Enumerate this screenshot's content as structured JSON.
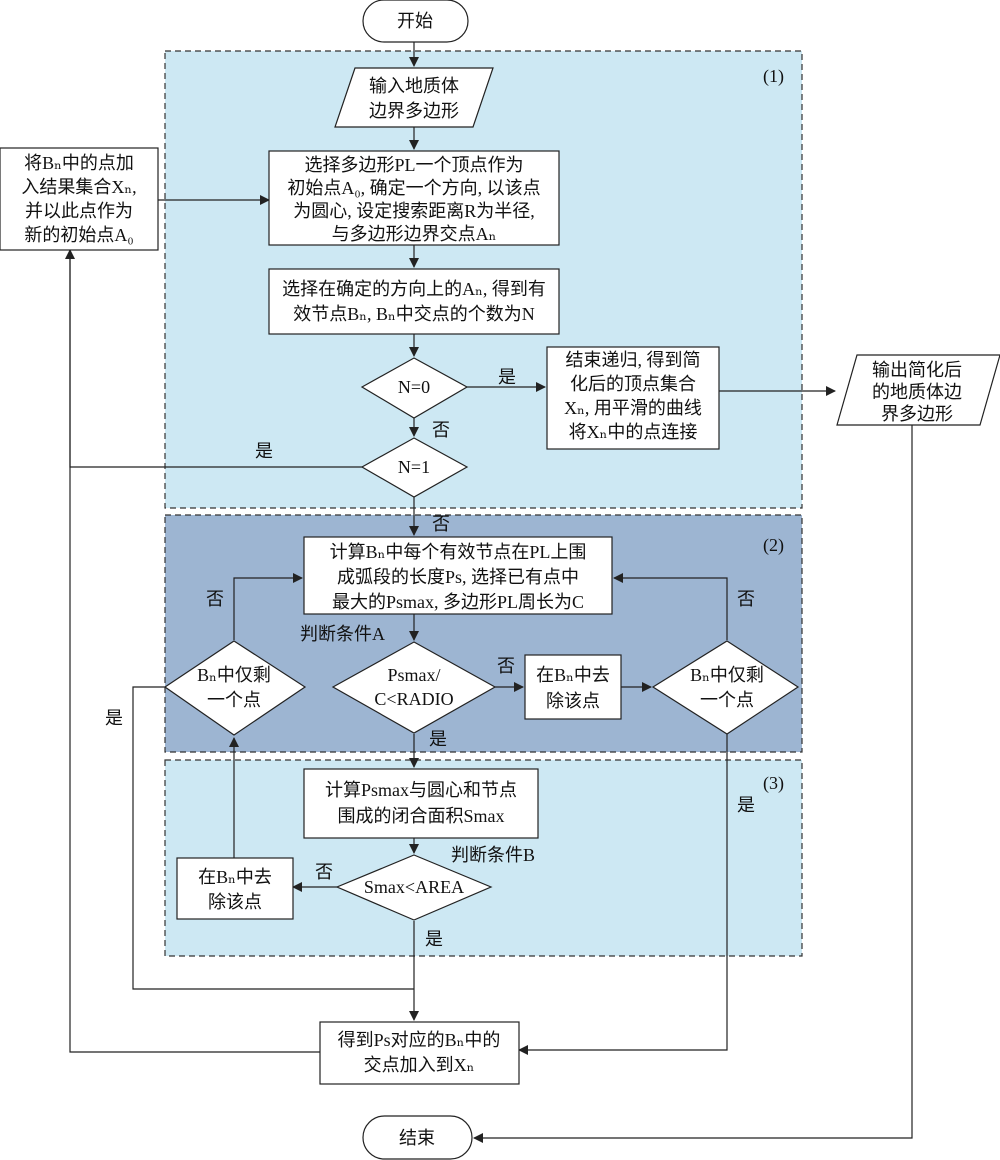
{
  "colors": {
    "region1": "#cde8f3",
    "region2": "#9db5d2",
    "region3": "#cde8f3"
  },
  "regions": {
    "r1": "(1)",
    "r2": "(2)",
    "r3": "(3)"
  },
  "nodes": {
    "start": "开始",
    "input": [
      "输入地质体",
      "边界多边形"
    ],
    "choose_vertex": [
      "选择多边形PL一个顶点作为",
      "初始点A₀, 确定一个方向, 以该点",
      "为圆心, 设定搜索距离R为半径,",
      "与多边形边界交点Aₙ"
    ],
    "select_direction": [
      "选择在确定的方向上的Aₙ, 得到有",
      "效节点Bₙ, Bₙ中交点的个数为N"
    ],
    "add_point": [
      "将Bₙ中的点加",
      "入结果集合Xₙ,",
      "并以此点作为",
      "新的初始点A₀"
    ],
    "n0": "N=0",
    "n1": "N=1",
    "end_recursion": [
      "结束递归, 得到简",
      "化后的顶点集合",
      "Xₙ, 用平滑的曲线",
      "将Xₙ中的点连接"
    ],
    "output": [
      "输出简化后",
      "的地质体边",
      "界多边形"
    ],
    "compute_ps": [
      "计算Bₙ中每个有效节点在PL上围",
      "成弧段的长度Ps, 选择已有点中",
      "最大的Psmax, 多边形PL周长为C"
    ],
    "ratio_check": [
      "Psmax/",
      "C<RADIO"
    ],
    "remove_right": [
      "在Bₙ中去",
      "除该点"
    ],
    "only_one_left": [
      "Bₙ中仅剩",
      "一个点"
    ],
    "only_one_right": [
      "Bₙ中仅剩",
      "一个点"
    ],
    "compute_area": [
      "计算Psmax与圆心和节点",
      "围成的闭合面积Smax"
    ],
    "area_check": "Smax<AREA",
    "remove_left": [
      "在Bₙ中去",
      "除该点"
    ],
    "get_ps": [
      "得到Ps对应的Bₙ中的",
      "交点加入到Xₙ"
    ],
    "end": "结束"
  },
  "labels": {
    "yes_n0": "是",
    "no_n0": "否",
    "yes_n1": "是",
    "no_n1": "否",
    "cond_a": "判断条件A",
    "no_ratio": "否",
    "yes_ratio": "是",
    "no_left_loop": "否",
    "no_right_loop": "否",
    "yes_left_exit": "是",
    "yes_right_exit": "是",
    "cond_b": "判断条件B",
    "no_area": "否",
    "yes_area": "是"
  }
}
